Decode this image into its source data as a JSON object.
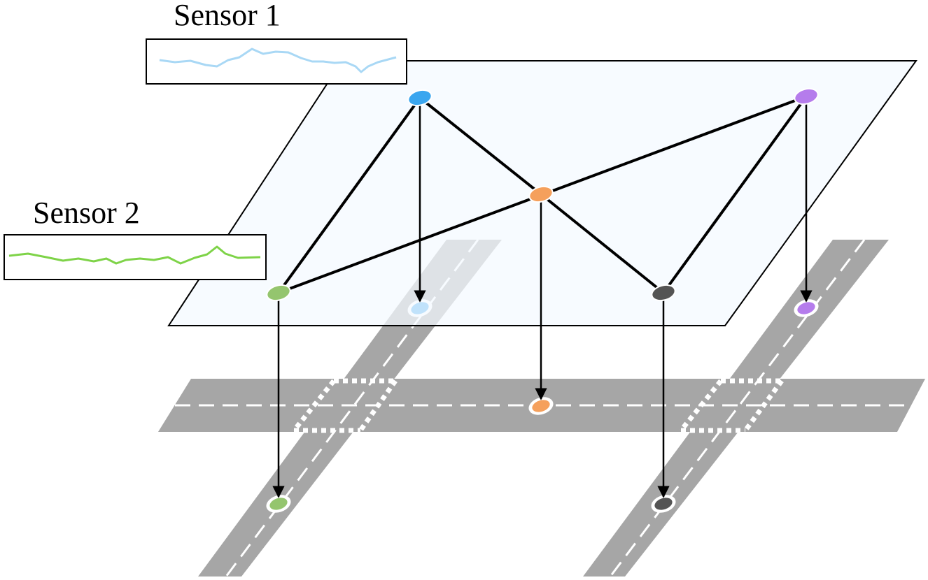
{
  "sensors": [
    {
      "id": "sensor-1",
      "label": "Sensor 1",
      "signal_color": "#a9d8f5"
    },
    {
      "id": "sensor-2",
      "label": "Sensor 2",
      "signal_color": "#7ed348"
    }
  ],
  "nodes": [
    {
      "id": "blue",
      "color": "#3aa6ef"
    },
    {
      "id": "purple",
      "color": "#b57cec"
    },
    {
      "id": "orange",
      "color": "#f5a05c"
    },
    {
      "id": "green",
      "color": "#94c56e"
    },
    {
      "id": "dark",
      "color": "#545454"
    }
  ],
  "edges": [
    [
      "blue",
      "orange"
    ],
    [
      "blue",
      "green"
    ],
    [
      "purple",
      "green"
    ],
    [
      "orange",
      "dark"
    ],
    [
      "purple",
      "dark"
    ]
  ],
  "colors": {
    "plane_fill": "#f4faff",
    "road": "#a6a6a6",
    "road_marking": "#ffffff",
    "edge": "#000000"
  }
}
